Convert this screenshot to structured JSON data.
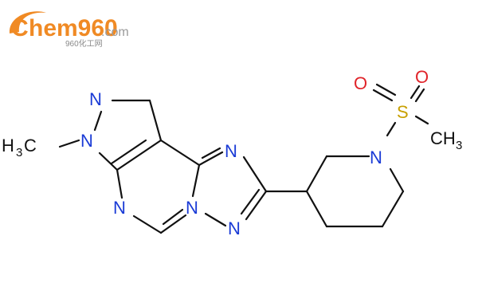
{
  "logo": {
    "text_left": "C",
    "text_main": "hem960",
    "text_dotcom": ".com",
    "subtitle": "960化工网",
    "colors": {
      "orange": "#f08a24",
      "gray": "#9a9a9a"
    }
  },
  "molecule": {
    "atoms": {
      "n_pyrazole_top": "N",
      "n_pyrazole_methyl": "N",
      "methyl_h": "H",
      "methyl_sub": "3",
      "methyl_c": "C",
      "n_pyrimidine": "N",
      "n_triazole_top": "N",
      "n_triazole_bottom": "N",
      "n_triazole_fused": "N",
      "n_piperidine": "N",
      "s_sulfonyl": "S",
      "o_left": "O",
      "o_right": "O",
      "ch3_c": "CH",
      "ch3_sub": "3"
    },
    "colors": {
      "bond": "#111111",
      "nitrogen": "#1a3bd6",
      "oxygen": "#e0242a",
      "sulfur": "#c8a000"
    }
  }
}
